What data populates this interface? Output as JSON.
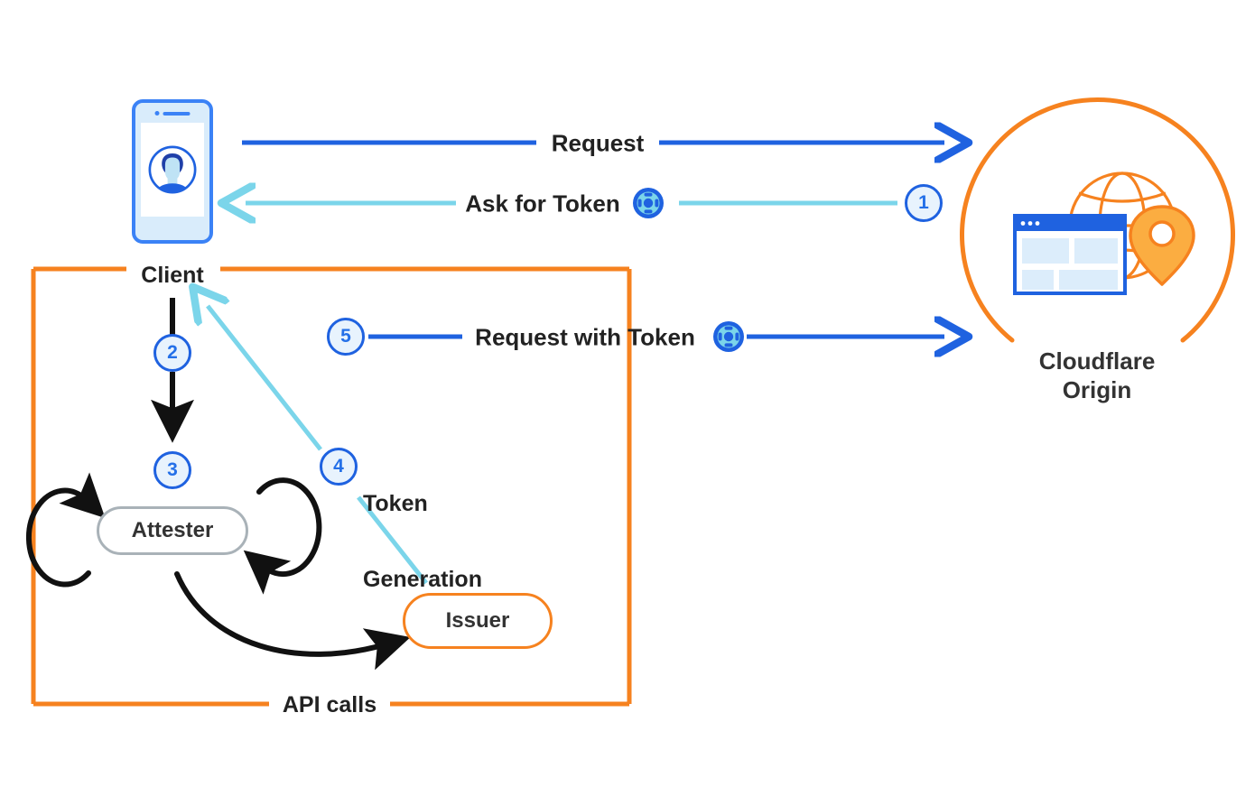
{
  "diagram": {
    "title": "Privacy Pass token issuance and redemption flow",
    "colors": {
      "orange": "#f6821f",
      "blue_dark": "#1f62e0",
      "blue_bright": "#2470e8",
      "cyan_light": "#7bd5ea",
      "black": "#111111",
      "grey": "#a9b2b8",
      "text": "#333333"
    }
  },
  "client": {
    "label": "Client",
    "icon": "smartphone-with-user-avatar-icon"
  },
  "origin": {
    "label_line1": "Cloudflare",
    "label_line2": "Origin",
    "icon": "browser-window-globe-map-pin-icon"
  },
  "boundary": {
    "label": "API calls"
  },
  "flows": [
    {
      "id": "request",
      "label": "Request",
      "step": null,
      "direction": "client-to-origin",
      "color": "#1f62e0",
      "has_token_icon": false
    },
    {
      "id": "ask-for-token",
      "label": "Ask for Token",
      "step": "1",
      "direction": "origin-to-client",
      "color": "#7bd5ea",
      "has_token_icon": true
    },
    {
      "id": "client-to-attester",
      "label": "",
      "step": "2",
      "direction": "client-to-attester",
      "color": "#111111",
      "has_token_icon": false
    },
    {
      "id": "attestation",
      "label": "",
      "step": "3",
      "direction": "attester-loop",
      "color": "#111111",
      "has_token_icon": false
    },
    {
      "id": "token-generation",
      "label": "Token\nGeneration",
      "step": "4",
      "direction": "issuer-to-client",
      "color": "#7bd5ea",
      "has_token_icon": false
    },
    {
      "id": "request-with-token",
      "label": "Request with Token",
      "step": "5",
      "direction": "client-to-origin",
      "color": "#1f62e0",
      "has_token_icon": true
    }
  ],
  "nodes": {
    "attester": {
      "label": "Attester"
    },
    "issuer": {
      "label": "Issuer"
    }
  },
  "labels": {
    "token_generation_line1": "Token",
    "token_generation_line2": "Generation"
  },
  "steps": {
    "s1": "1",
    "s2": "2",
    "s3": "3",
    "s4": "4",
    "s5": "5"
  }
}
